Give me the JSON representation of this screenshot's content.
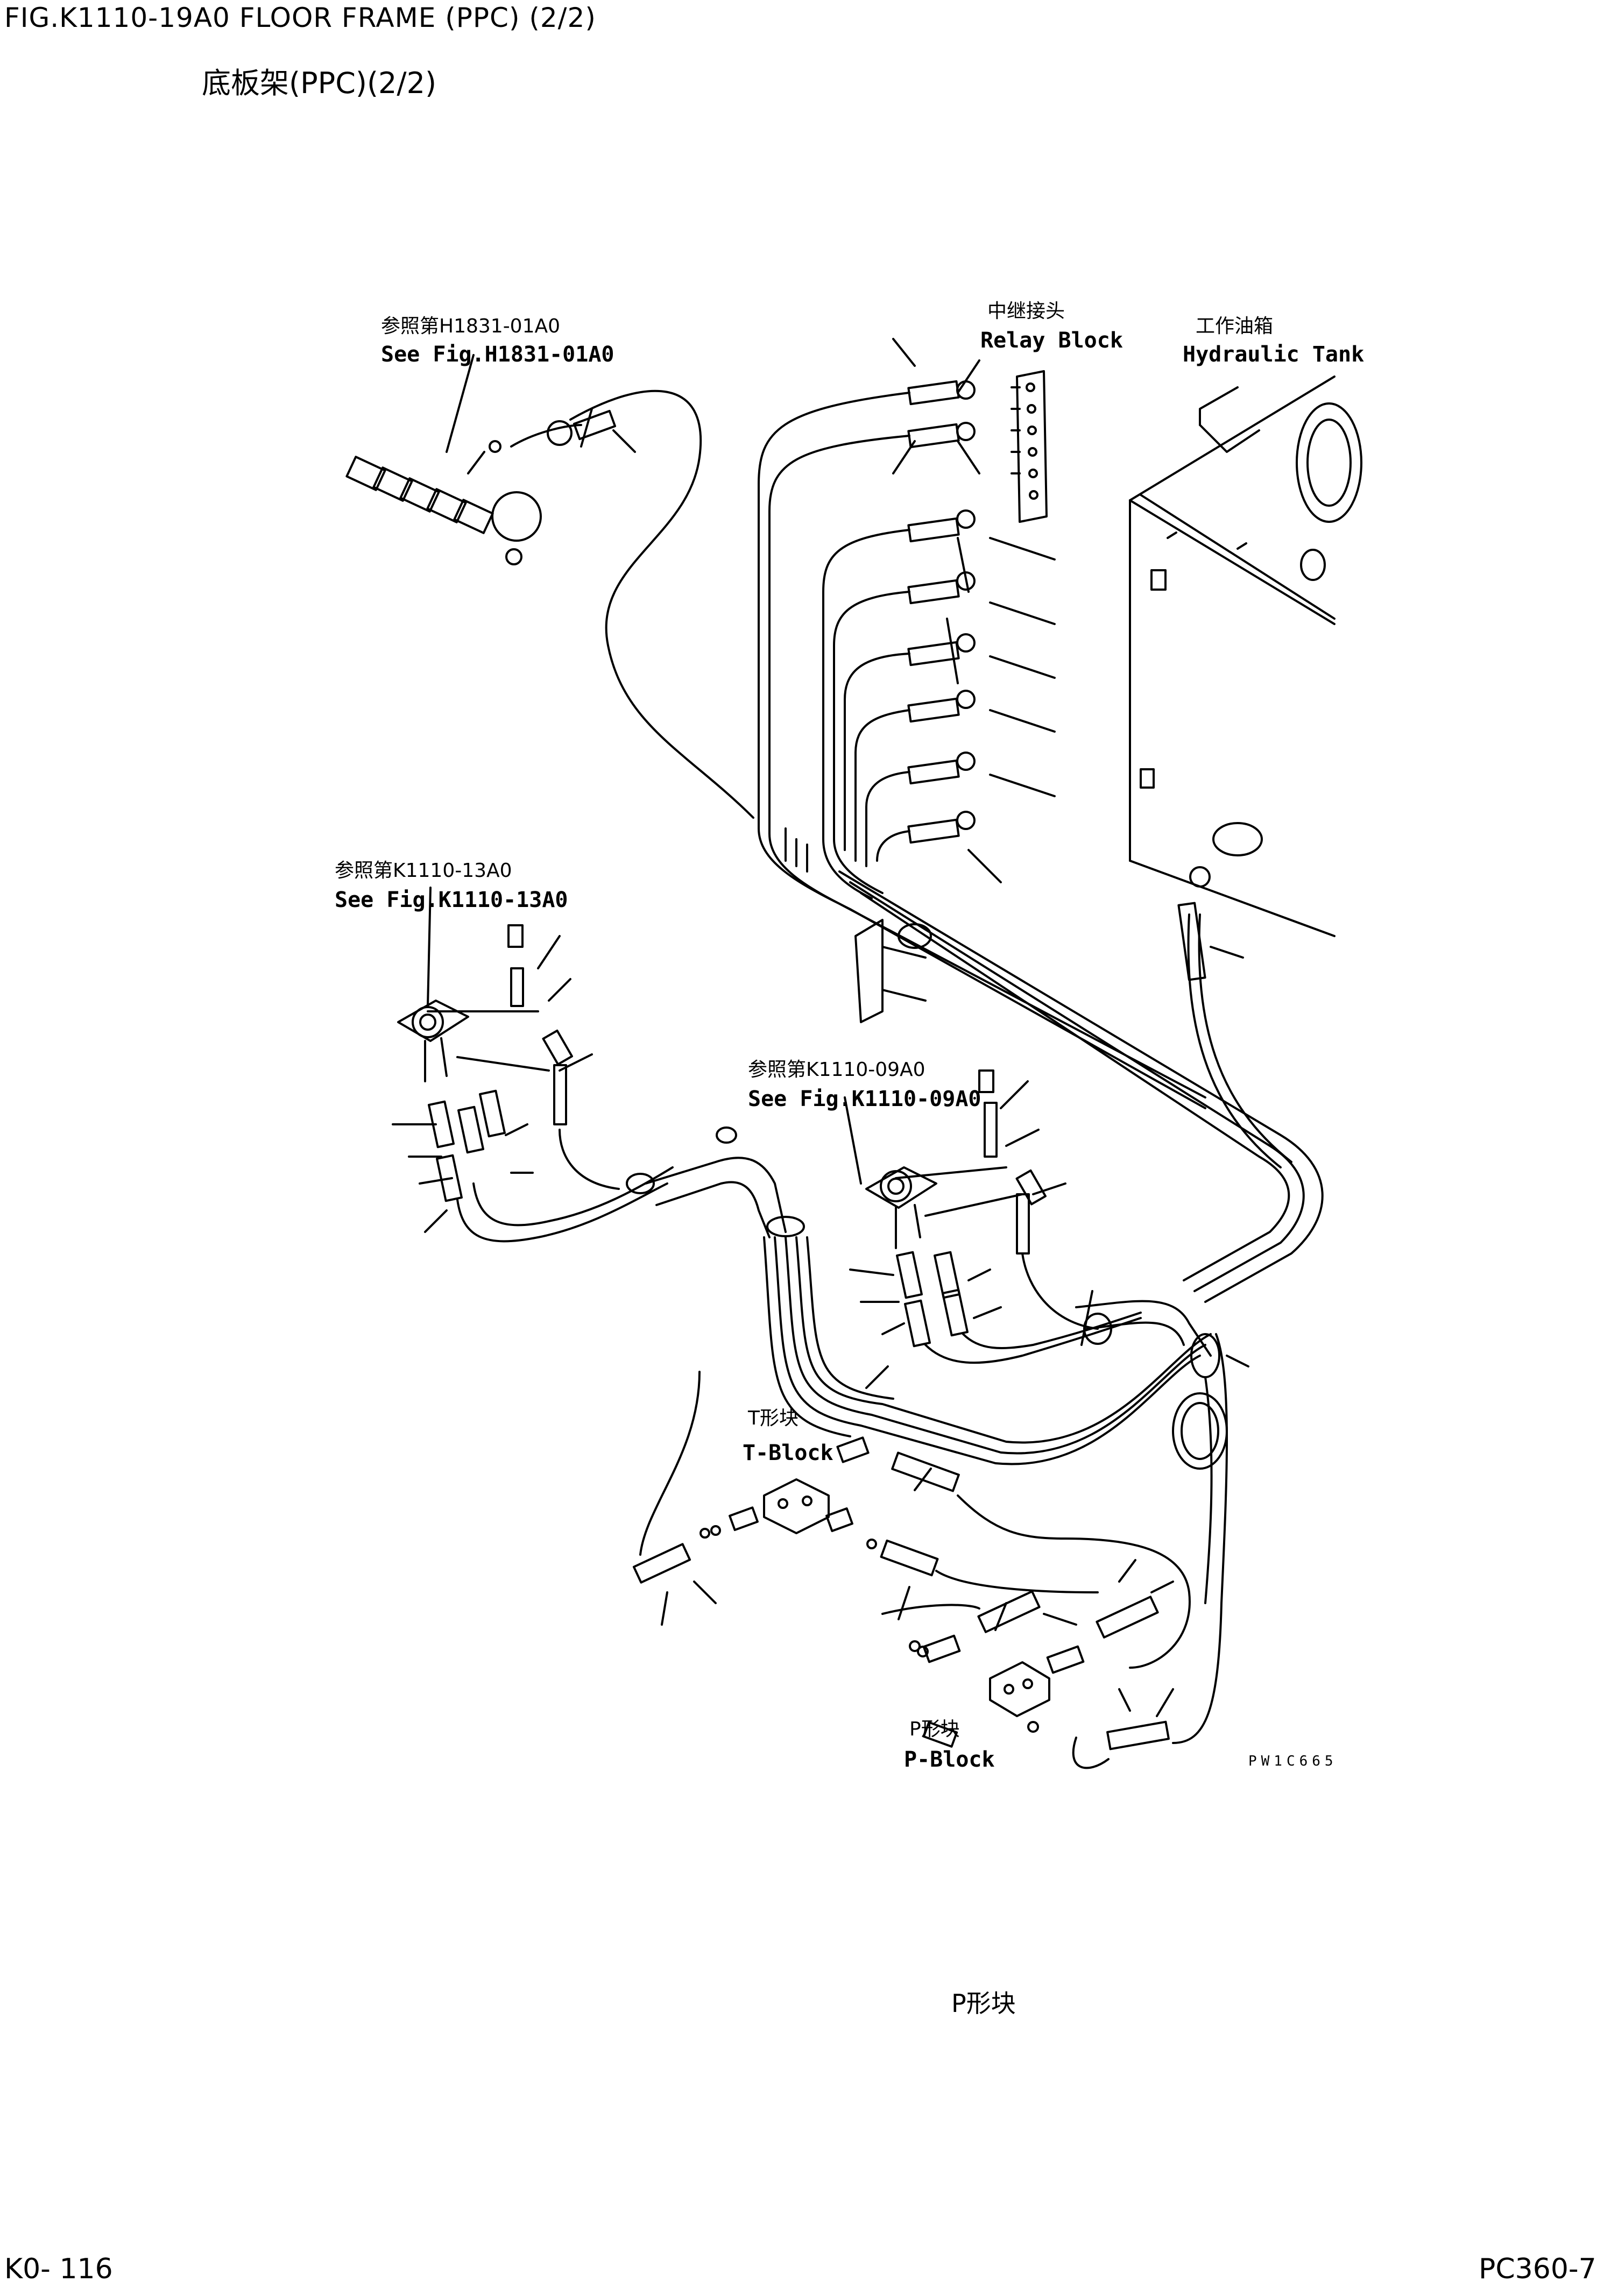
{
  "header": {
    "title": "FIG.K1110-19A0    FLOOR FRAME (PPC) (2/2)",
    "subtitle": "底板架(PPC)(2/2)"
  },
  "callouts": {
    "h1831_cn": "参照第H1831-01A0",
    "h1831_en": "See Fig.H1831-01A0",
    "relay_cn": "中继接头",
    "relay_en": "Relay Block",
    "tank_cn": "工作油箱",
    "tank_en": "Hydraulic Tank",
    "k1110_13_cn": "参照第K1110-13A0",
    "k1110_13_en": "See Fig.K1110-13A0",
    "k1110_09_cn": "参照第K1110-09A0",
    "k1110_09_en": "See Fig.K1110-09A0",
    "tblock_cn": "T形块",
    "tblock_en": "T-Block",
    "pblock_cn": "P形块",
    "pblock_en": "P-Block",
    "drawing_code": "PW1C665"
  },
  "pblock_caption": "P形块",
  "footer": {
    "left": "K0- 116",
    "right": "PC360-7"
  }
}
